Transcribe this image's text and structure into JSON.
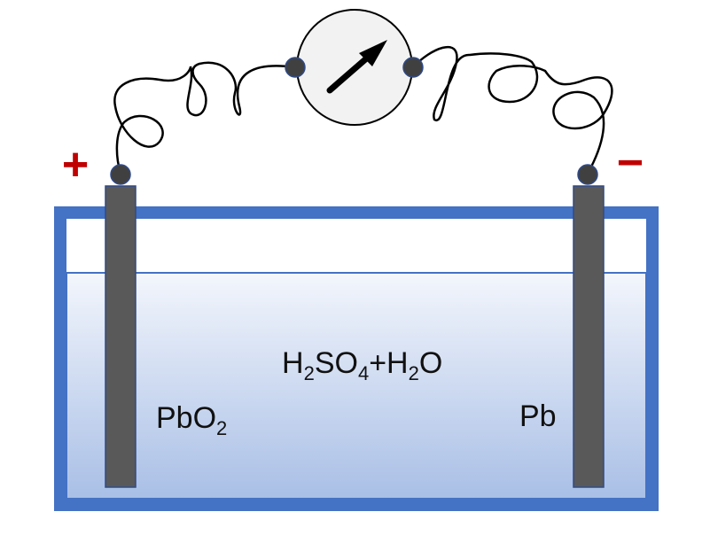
{
  "diagram": {
    "electrolyte": {
      "parts": [
        {
          "text": "H",
          "sub": "2"
        },
        {
          "text": "SO",
          "sub": "4"
        },
        {
          "text": "+H",
          "sub": "2"
        },
        {
          "text": "O",
          "sub": ""
        }
      ]
    },
    "positive_electrode": {
      "formula": "PbO",
      "sub": "2",
      "sign": "+"
    },
    "negative_electrode": {
      "formula": "Pb",
      "sign": "−"
    },
    "colors": {
      "container_border": "#4472c4",
      "electrolyte_top": "#f3f6fc",
      "electrolyte_bottom": "#a9bfe6",
      "electrode": "#595959",
      "electrode_border": "#2f4a8a",
      "terminal": "#404040",
      "wire": "#000000",
      "meter_face": "#f2f2f2",
      "sign_red": "#c00000"
    }
  }
}
